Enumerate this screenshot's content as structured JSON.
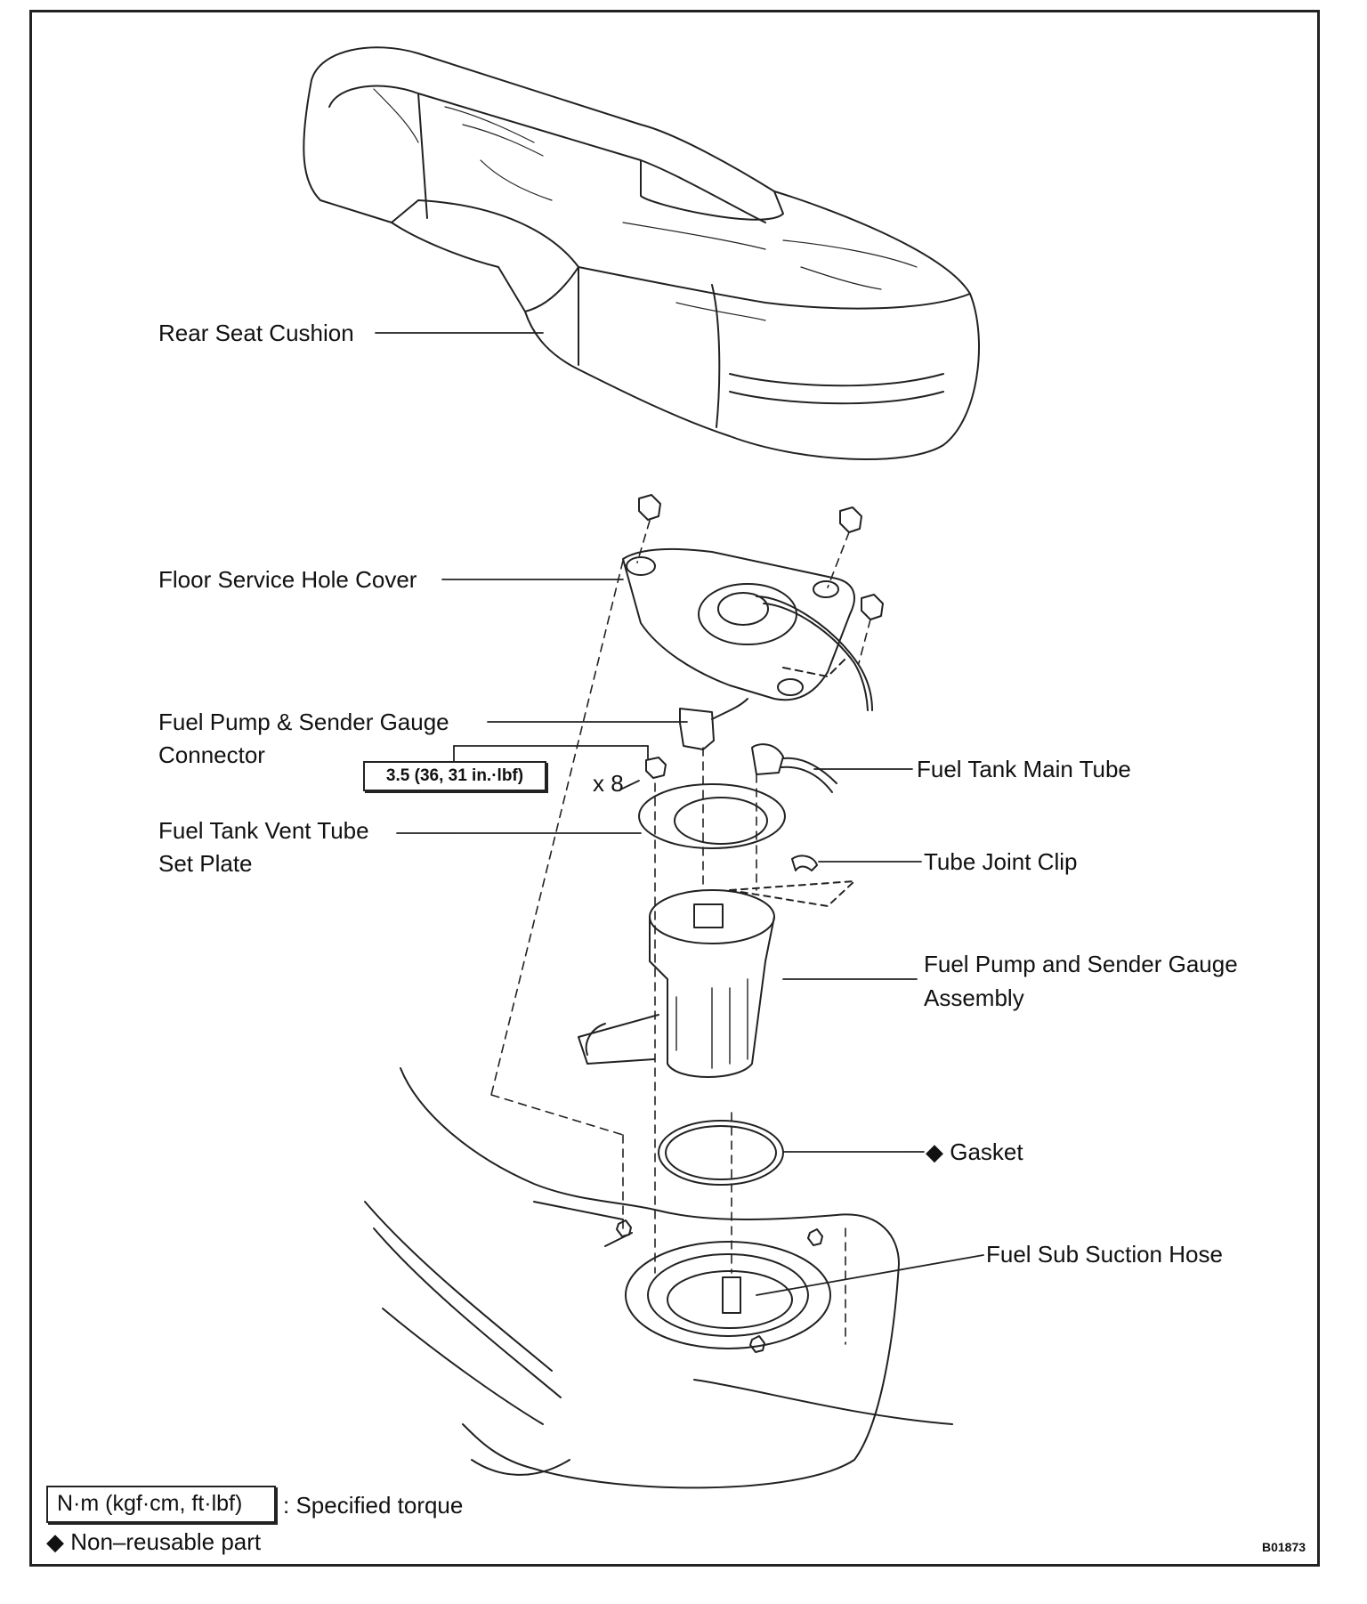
{
  "labels": {
    "rear_seat_cushion": "Rear Seat Cushion",
    "floor_service_hole_cover": "Floor Service Hole Cover",
    "connector_line1": "Fuel Pump & Sender Gauge",
    "connector_line2": "Connector",
    "main_tube": "Fuel Tank Main Tube",
    "vent_tube_line1": "Fuel Tank Vent Tube",
    "vent_tube_line2": "Set Plate",
    "tube_joint_clip": "Tube Joint Clip",
    "assembly_line1": "Fuel Pump and Sender Gauge",
    "assembly_line2": "Assembly",
    "gasket": "◆ Gasket",
    "sub_suction_hose": "Fuel Sub Suction Hose"
  },
  "torque_spec": "3.5 (36, 31 in.·lbf)",
  "quantity": "x 8",
  "legend": {
    "torque_unit": "N·m (kgf·cm, ft·lbf)",
    "torque_desc": ": Specified torque",
    "nonreusable": "◆ Non–reusable part"
  },
  "figure_code": "B01873"
}
